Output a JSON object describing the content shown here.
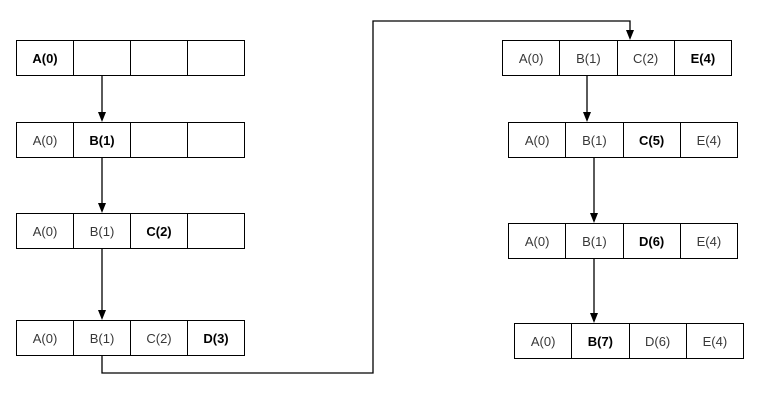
{
  "diagram": {
    "description": "Step-by-step array insertion sequence",
    "background_color": "#ffffff",
    "line_color": "#000000",
    "text_color": "#383838",
    "highlight_text_color": "#000000",
    "left_rows": [
      {
        "name": "step-1",
        "cells": [
          "A(0)",
          "",
          "",
          ""
        ],
        "bold_index": 0
      },
      {
        "name": "step-2",
        "cells": [
          "A(0)",
          "B(1)",
          "",
          ""
        ],
        "bold_index": 1
      },
      {
        "name": "step-3",
        "cells": [
          "A(0)",
          "B(1)",
          "C(2)",
          ""
        ],
        "bold_index": 2
      },
      {
        "name": "step-4",
        "cells": [
          "A(0)",
          "B(1)",
          "C(2)",
          "D(3)"
        ],
        "bold_index": 3
      }
    ],
    "right_rows": [
      {
        "name": "step-5",
        "cells": [
          "A(0)",
          "B(1)",
          "C(2)",
          "E(4)"
        ],
        "bold_index": 3
      },
      {
        "name": "step-6",
        "cells": [
          "A(0)",
          "B(1)",
          "C(5)",
          "E(4)"
        ],
        "bold_index": 2
      },
      {
        "name": "step-7",
        "cells": [
          "A(0)",
          "B(1)",
          "D(6)",
          "E(4)"
        ],
        "bold_index": 2
      },
      {
        "name": "step-8",
        "cells": [
          "A(0)",
          "B(7)",
          "D(6)",
          "E(4)"
        ],
        "bold_index": 1
      }
    ],
    "connectors": [
      {
        "from": "step-1",
        "to": "step-2",
        "style": "straight-down-arrow"
      },
      {
        "from": "step-2",
        "to": "step-3",
        "style": "straight-down-arrow"
      },
      {
        "from": "step-3",
        "to": "step-4",
        "style": "straight-down-arrow"
      },
      {
        "from": "step-4",
        "to": "step-5",
        "style": "orthogonal-wrap-around-arrow"
      },
      {
        "from": "step-5",
        "to": "step-6",
        "style": "straight-down-arrow"
      },
      {
        "from": "step-6",
        "to": "step-7",
        "style": "straight-down-arrow"
      },
      {
        "from": "step-7",
        "to": "step-8",
        "style": "straight-down-arrow"
      }
    ]
  }
}
